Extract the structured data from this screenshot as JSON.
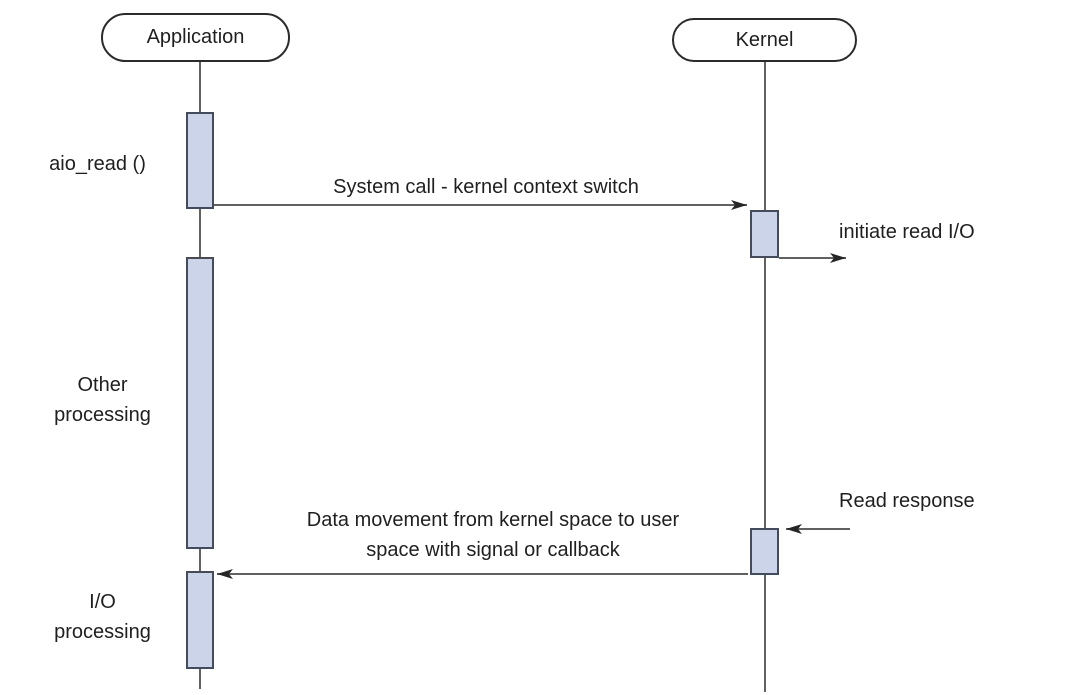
{
  "diagram_type": "sequence-diagram",
  "colors": {
    "background": "#ffffff",
    "activation_fill": "#ccd4ea",
    "activation_border": "#434b5c",
    "lifeline": "#616161",
    "arrowhead": "#262626",
    "head_border": "#2b2b2b",
    "text": "#1f1f1f"
  },
  "lifelines": [
    {
      "id": "application",
      "label": "Application"
    },
    {
      "id": "kernel",
      "label": "Kernel"
    }
  ],
  "activities": [
    {
      "id": "aio-read",
      "lifeline": "application",
      "text": "aio_read ()"
    },
    {
      "id": "other-processing",
      "lifeline": "application",
      "lines": [
        "Other",
        "processing"
      ]
    },
    {
      "id": "io-processing",
      "lifeline": "application",
      "lines": [
        "I/O",
        "processing"
      ]
    }
  ],
  "messages": [
    {
      "id": "system-call",
      "from": "application",
      "to": "kernel",
      "direction": "right",
      "text": "System call - kernel context switch"
    },
    {
      "id": "initiate-read",
      "from": "kernel",
      "direction": "right",
      "text": "initiate read I/O"
    },
    {
      "id": "read-response",
      "to": "kernel",
      "direction": "left",
      "text": "Read response"
    },
    {
      "id": "data-movement",
      "from": "kernel",
      "to": "application",
      "direction": "left",
      "lines": [
        "Data movement from kernel space to user",
        "space with signal or callback"
      ]
    }
  ]
}
